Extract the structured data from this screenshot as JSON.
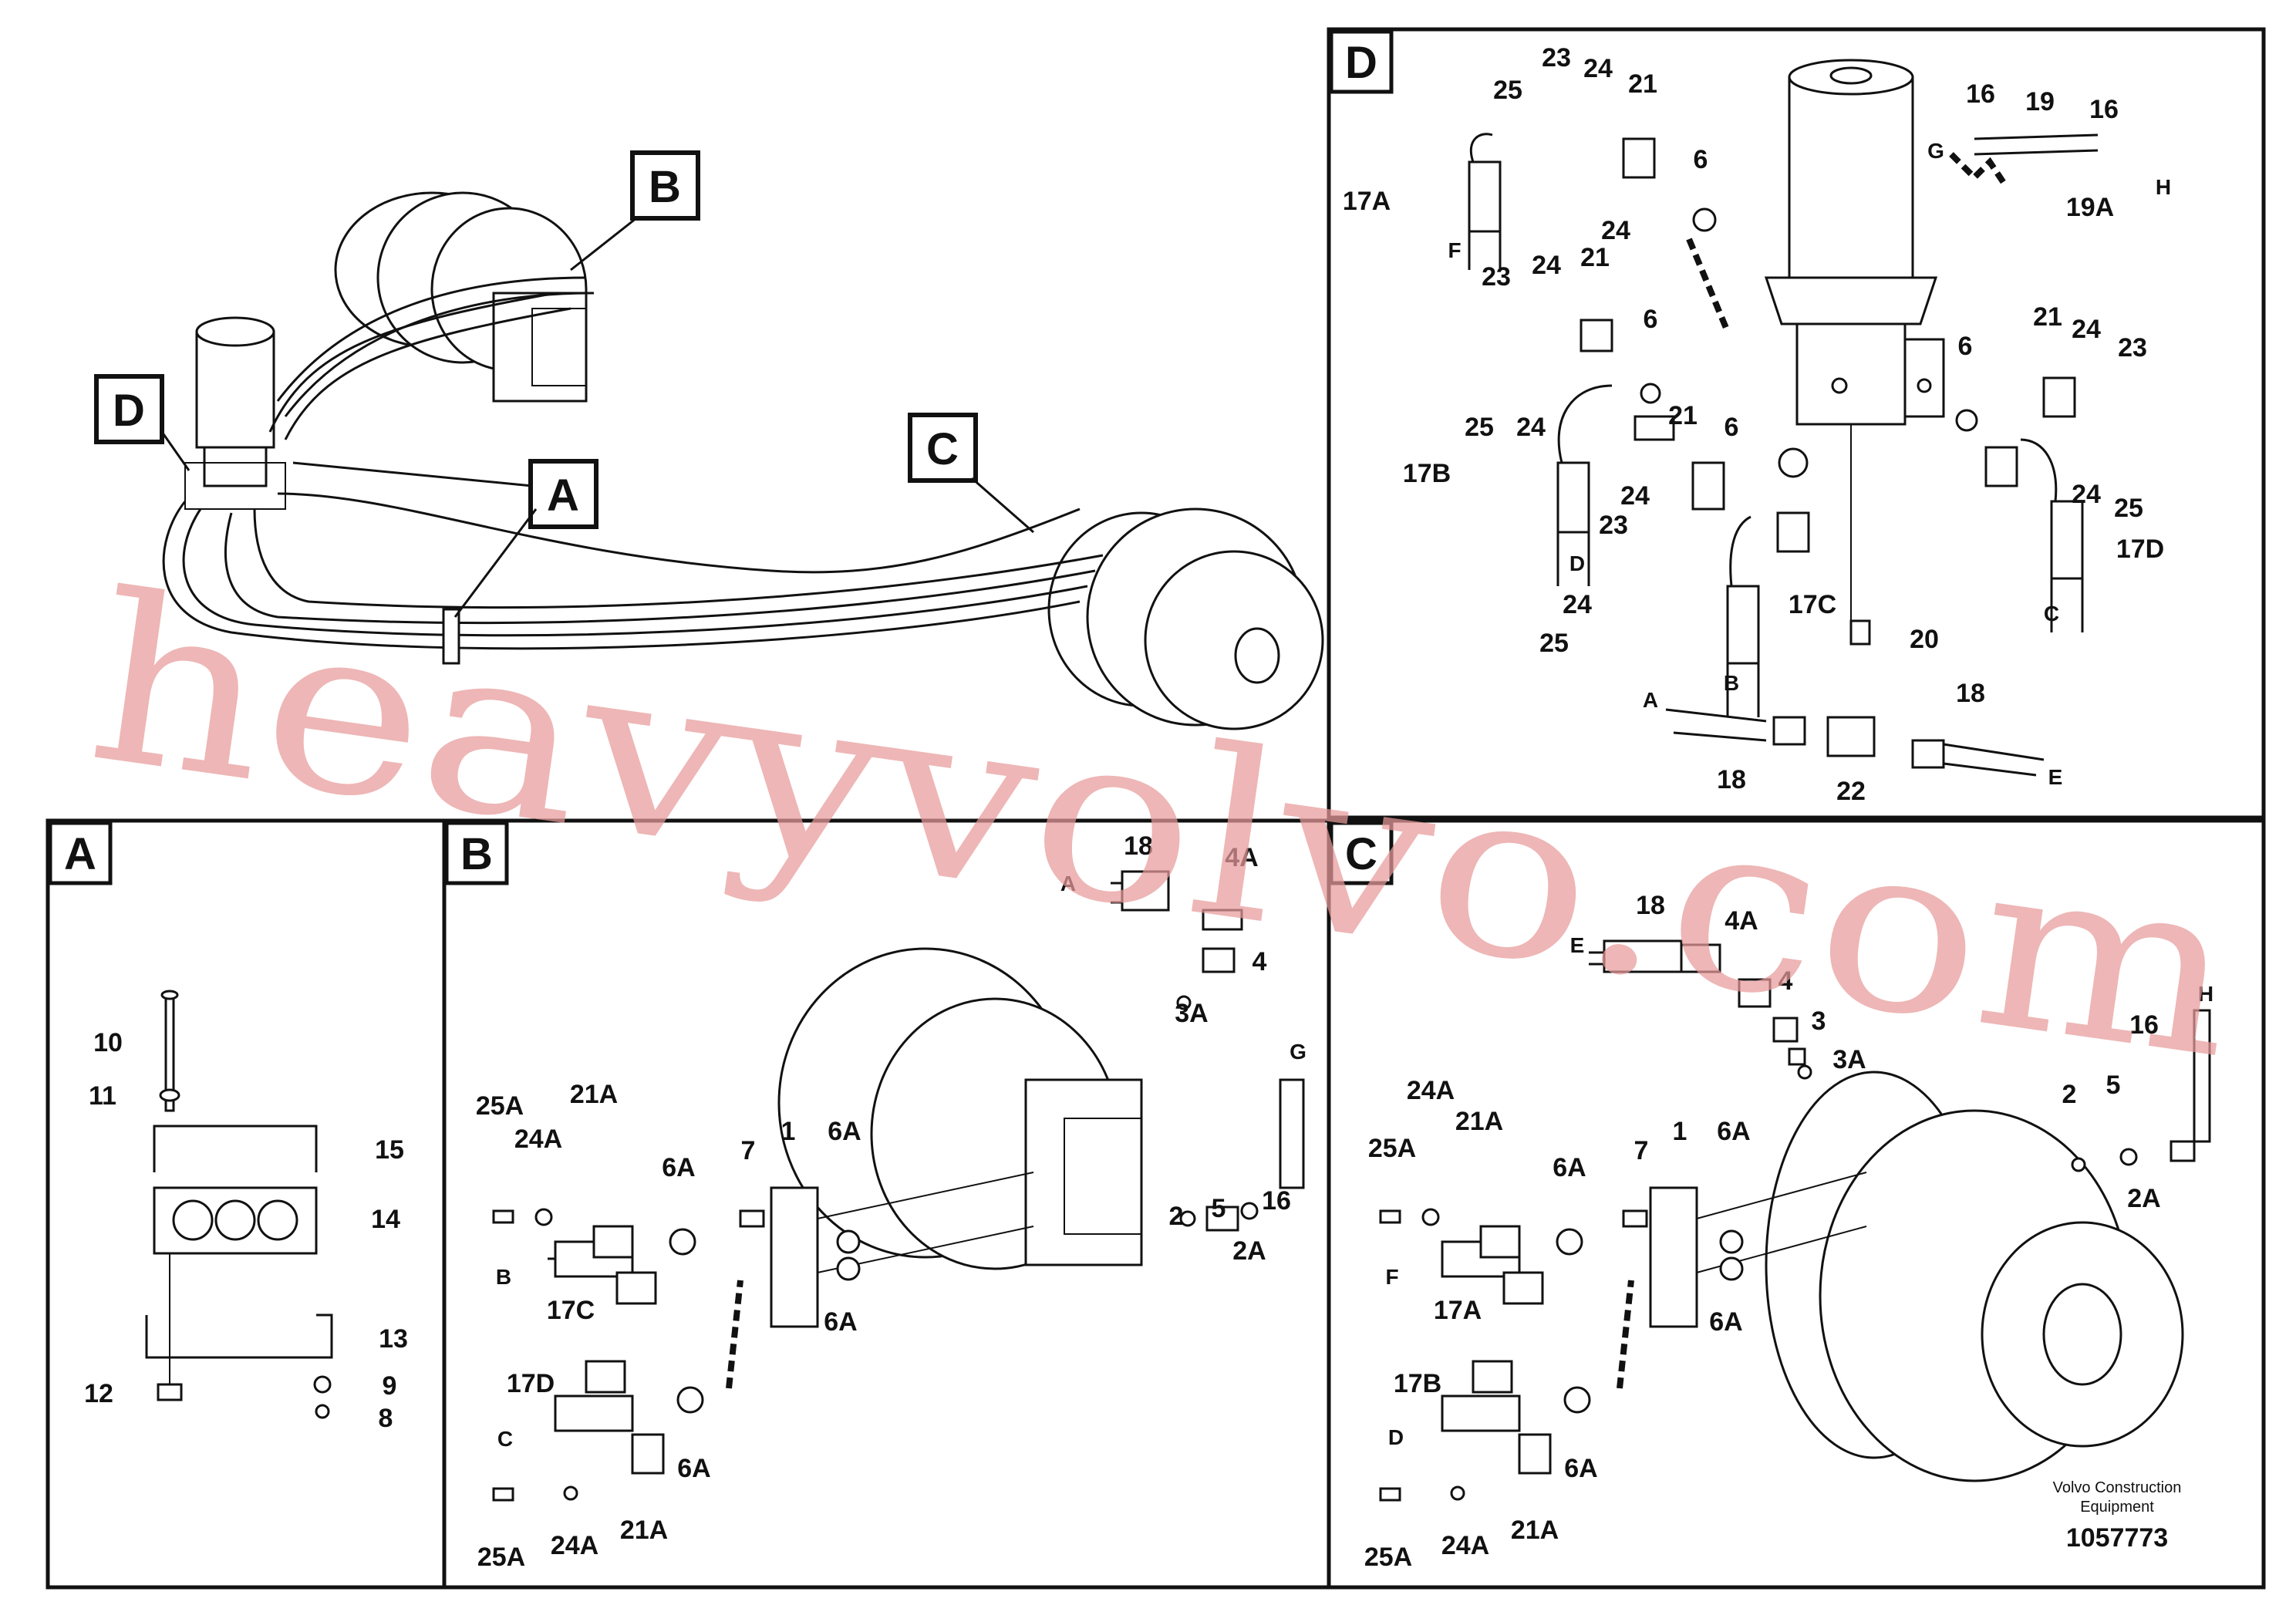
{
  "panels": {
    "overview": {
      "labels": {
        "b": "B",
        "d": "D",
        "a": "A",
        "c": "C"
      }
    },
    "d": {
      "title": "D",
      "callouts": {
        "p23a": "23",
        "p24a": "24",
        "p21a": "21",
        "p25a": "25",
        "p17a": "17A",
        "pF": "F",
        "p24b": "24",
        "p6a": "6",
        "p16a": "16",
        "p19": "19",
        "p16b": "16",
        "pG": "G",
        "pH": "H",
        "p19a": "19A",
        "p23b": "23",
        "p24c": "24",
        "p21b": "21",
        "p6b": "6",
        "p25b": "25",
        "p24d": "24",
        "p17b": "17B",
        "p21c": "21",
        "pD": "D",
        "p24e": "24",
        "p23c": "23",
        "p6c": "6",
        "p24f": "24",
        "p25c": "25",
        "p17c": "17C",
        "pB": "B",
        "p20": "20",
        "p6d": "6",
        "p21d": "21",
        "p24g": "24",
        "p23d": "23",
        "p24h": "24",
        "p25d": "25",
        "p17d": "17D",
        "pC": "C",
        "pA": "A",
        "p18a": "18",
        "p22": "22",
        "p18b": "18",
        "pE": "E"
      }
    },
    "a": {
      "title": "A",
      "callouts": {
        "p10": "10",
        "p11": "11",
        "p15": "15",
        "p14": "14",
        "p13": "13",
        "p12": "12",
        "p9": "9",
        "p8": "8"
      }
    },
    "b": {
      "title": "B",
      "callouts": {
        "p18": "18",
        "pA": "A",
        "p4a": "4A",
        "p4": "4",
        "p3a": "3A",
        "pG": "G",
        "p25a1": "25A",
        "p21a1": "21A",
        "p24a1": "24A",
        "p6a1": "6A",
        "p7": "7",
        "p1": "1",
        "p6a2": "6A",
        "p2": "2",
        "p5": "5",
        "p16": "16",
        "p2a": "2A",
        "pB": "B",
        "p17c": "17C",
        "p6a3": "6A",
        "p17d": "17D",
        "pC": "C",
        "p6a4": "6A",
        "p25a2": "25A",
        "p24a2": "24A",
        "p21a2": "21A"
      }
    },
    "c": {
      "title": "C",
      "callouts": {
        "p18": "18",
        "pE": "E",
        "p4a": "4A",
        "p4": "4",
        "p3": "3",
        "p3a": "3A",
        "p16": "16",
        "pH": "H",
        "p24a1": "24A",
        "p21a1": "21A",
        "p25a1": "25A",
        "p6a1": "6A",
        "p7": "7",
        "p1": "1",
        "p6a2": "6A",
        "p2": "2",
        "p5": "5",
        "p2a": "2A",
        "pF": "F",
        "p17a": "17A",
        "p6a3": "6A",
        "p17b": "17B",
        "pD": "D",
        "p6a4": "6A",
        "p25a2": "25A",
        "p24a2": "24A",
        "p21a2": "21A"
      }
    }
  },
  "footer": {
    "company": "Volvo Construction",
    "company2": "Equipment",
    "part_number": "1057773"
  },
  "watermark": "heavyvolvo.com"
}
